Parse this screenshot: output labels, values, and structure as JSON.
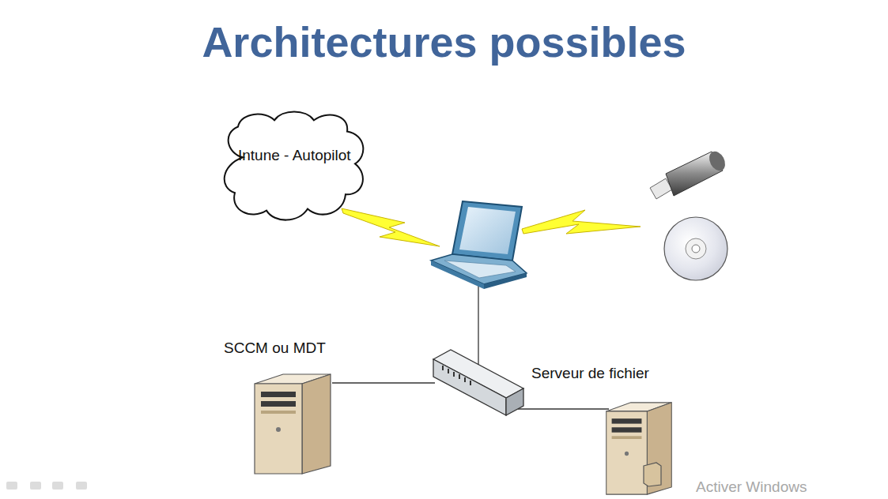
{
  "diagram": {
    "title": "Architectures possibles",
    "nodes": [
      {
        "text": [
          "Intune - Autopilot"
        ]
      },
      {
        "text": [
          "SCCM ou MDT"
        ]
      },
      {
        "text": [
          "Serveur de fichier"
        ]
      }
    ],
    "labels": [
      "Activer Windows"
    ]
  }
}
